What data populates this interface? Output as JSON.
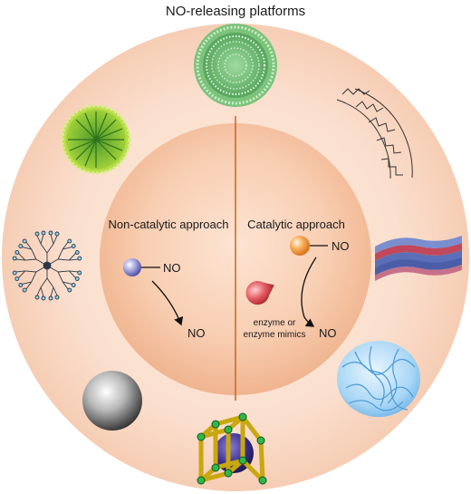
{
  "title": "NO-releasing platforms",
  "left_panel": {
    "heading": "Non-catalytic approach",
    "donor_label": "NO",
    "product_label": "NO"
  },
  "right_panel": {
    "heading": "Catalytic approach",
    "donor_label": "NO",
    "catalyst_label_line1": "enzyme or",
    "catalyst_label_line2": "enzyme mimics",
    "product_label": "NO"
  },
  "platform_icons": [
    "liposome-icon",
    "stent-icon",
    "layered-film-icon",
    "hydrogel-icon",
    "mof-cage-icon",
    "solid-nanoparticle-icon",
    "dendrimer-icon",
    "micelle-icon"
  ],
  "colors": {
    "outer_ring": "#f9d9c5",
    "inner_circle": "#f6c6a6",
    "divider": "#c8661e",
    "donor_left": "#8888cc",
    "donor_right": "#f29a3e",
    "enzyme": "#d9474f"
  }
}
